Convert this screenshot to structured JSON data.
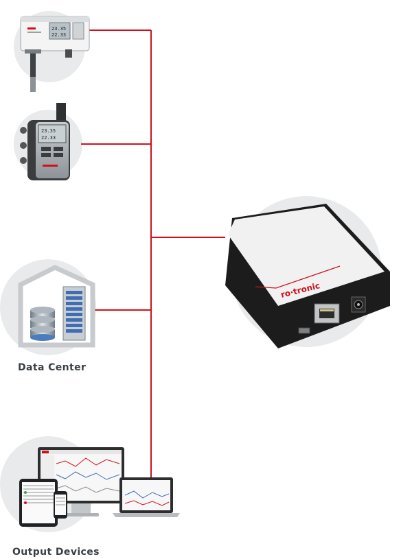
{
  "labels": {
    "data_center": "Data Center",
    "output_devices": "Output Devices"
  },
  "branding": {
    "gateway_logo": "ro·tronic",
    "transmitter_screen": [
      "23.35",
      "22.33"
    ],
    "logger_screen": [
      "23.35",
      "22.33"
    ]
  },
  "colors": {
    "connector_line": "#d0111b",
    "node_circle": "#e9eaeb",
    "gateway_body": "#1c1c1c",
    "gateway_top": "#f1f1f1"
  },
  "icons": [
    "humidity-transmitter-icon",
    "data-logger-icon",
    "data-center-icon",
    "output-devices-icon",
    "gateway-device-icon"
  ]
}
